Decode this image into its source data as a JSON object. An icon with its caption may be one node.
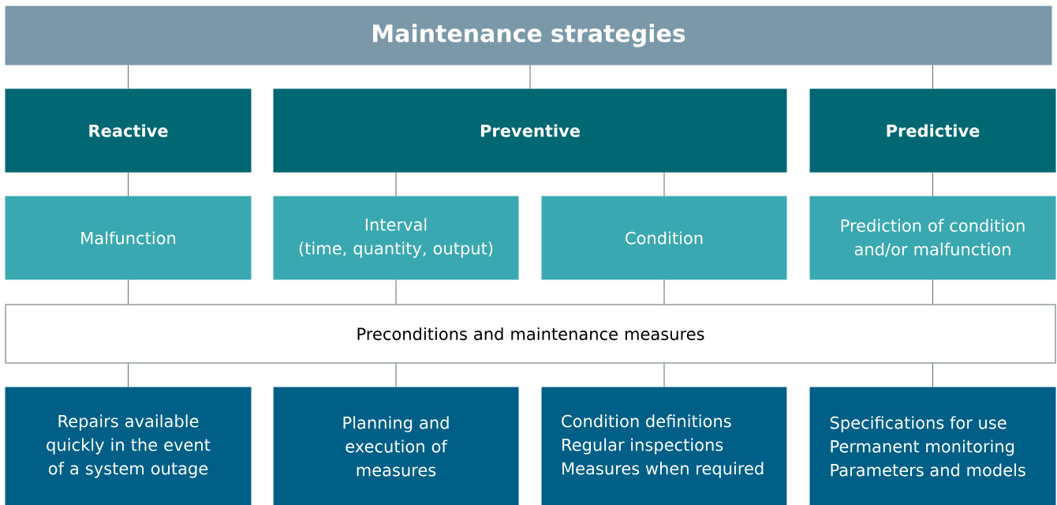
{
  "diagram": {
    "nodes": [
      {
        "text": [
          "Maintenance strategies"
        ]
      },
      {
        "text": [
          "Reactive"
        ]
      },
      {
        "text": [
          "Preventive"
        ]
      },
      {
        "text": [
          "Predictive"
        ]
      },
      {
        "text": [
          "Malfunction"
        ]
      },
      {
        "text": [
          "Interval",
          "(time, quantity, output)"
        ]
      },
      {
        "text": [
          "Condition"
        ]
      },
      {
        "text": [
          "Prediction of condition and/or malfunction"
        ]
      },
      {
        "text": [
          "Preconditions and maintenance measures"
        ]
      },
      {
        "text": [
          "Repairs available quickly in the event of a system outage"
        ]
      },
      {
        "text": [
          "Planning and execution of measures"
        ]
      },
      {
        "text": [
          "Condition definitions",
          "Regular inspections",
          "Measures when required"
        ]
      },
      {
        "text": [
          "Specifications for use",
          "Permanent monitoring",
          "Parameters and models"
        ]
      }
    ],
    "edges": [
      {
        "from": 0,
        "to": 1,
        "arrow": "none"
      },
      {
        "from": 0,
        "to": 2,
        "arrow": "none"
      },
      {
        "from": 0,
        "to": 3,
        "arrow": "none"
      },
      {
        "from": 1,
        "to": 4,
        "arrow": "none"
      },
      {
        "from": 2,
        "to": 5,
        "arrow": "none"
      },
      {
        "from": 2,
        "to": 6,
        "arrow": "none"
      },
      {
        "from": 3,
        "to": 7,
        "arrow": "none"
      },
      {
        "from": 4,
        "to": 8,
        "arrow": "none"
      },
      {
        "from": 5,
        "to": 8,
        "arrow": "none"
      },
      {
        "from": 6,
        "to": 8,
        "arrow": "none"
      },
      {
        "from": 7,
        "to": 8,
        "arrow": "none"
      },
      {
        "from": 8,
        "to": 9,
        "arrow": "none"
      },
      {
        "from": 8,
        "to": 10,
        "arrow": "none"
      },
      {
        "from": 8,
        "to": 11,
        "arrow": "none"
      },
      {
        "from": 8,
        "to": 12,
        "arrow": "none"
      }
    ]
  }
}
